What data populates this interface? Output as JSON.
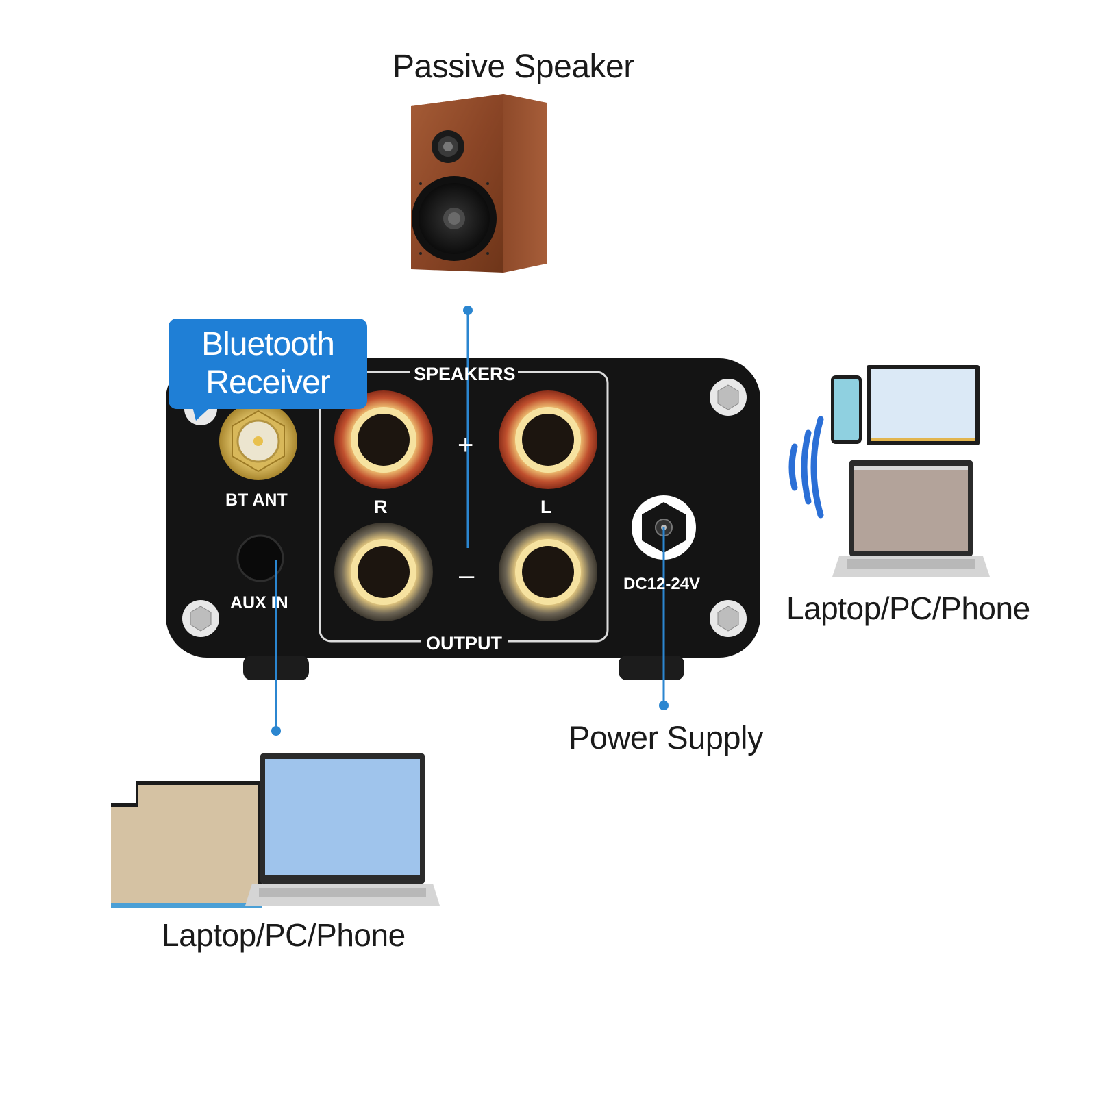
{
  "labels": {
    "passive_speaker": "Passive Speaker",
    "bluetooth_receiver_line1": "Bluetooth",
    "bluetooth_receiver_line2": "Receiver",
    "laptop_right": "Laptop/PC/Phone",
    "laptop_left": "Laptop/PC/Phone",
    "power_supply": "Power Supply"
  },
  "panel": {
    "speakers": "SPEAKERS",
    "output": "OUTPUT",
    "bt_ant": "BT ANT",
    "aux_in": "AUX IN",
    "dc": "DC12-24V",
    "right_channel": "R",
    "left_channel": "L",
    "plus": "+",
    "minus": "–"
  },
  "colors": {
    "callout_blue": "#1f7fd6",
    "connector_line": "#2b86d0",
    "amp_body": "#141414",
    "red_terminal": "#b9442a",
    "black_terminal": "#5a5447",
    "terminal_ring": "#f3d98a",
    "speaker_wood": "#8a4a2c",
    "wireless_icon": "#2b6fd6"
  },
  "icons": [
    "speaker-icon",
    "amplifier-icon",
    "bluetooth-antenna-icon",
    "wireless-signal-icon",
    "laptop-icon",
    "tablet-icon",
    "phone-icon",
    "monitor-icon"
  ]
}
